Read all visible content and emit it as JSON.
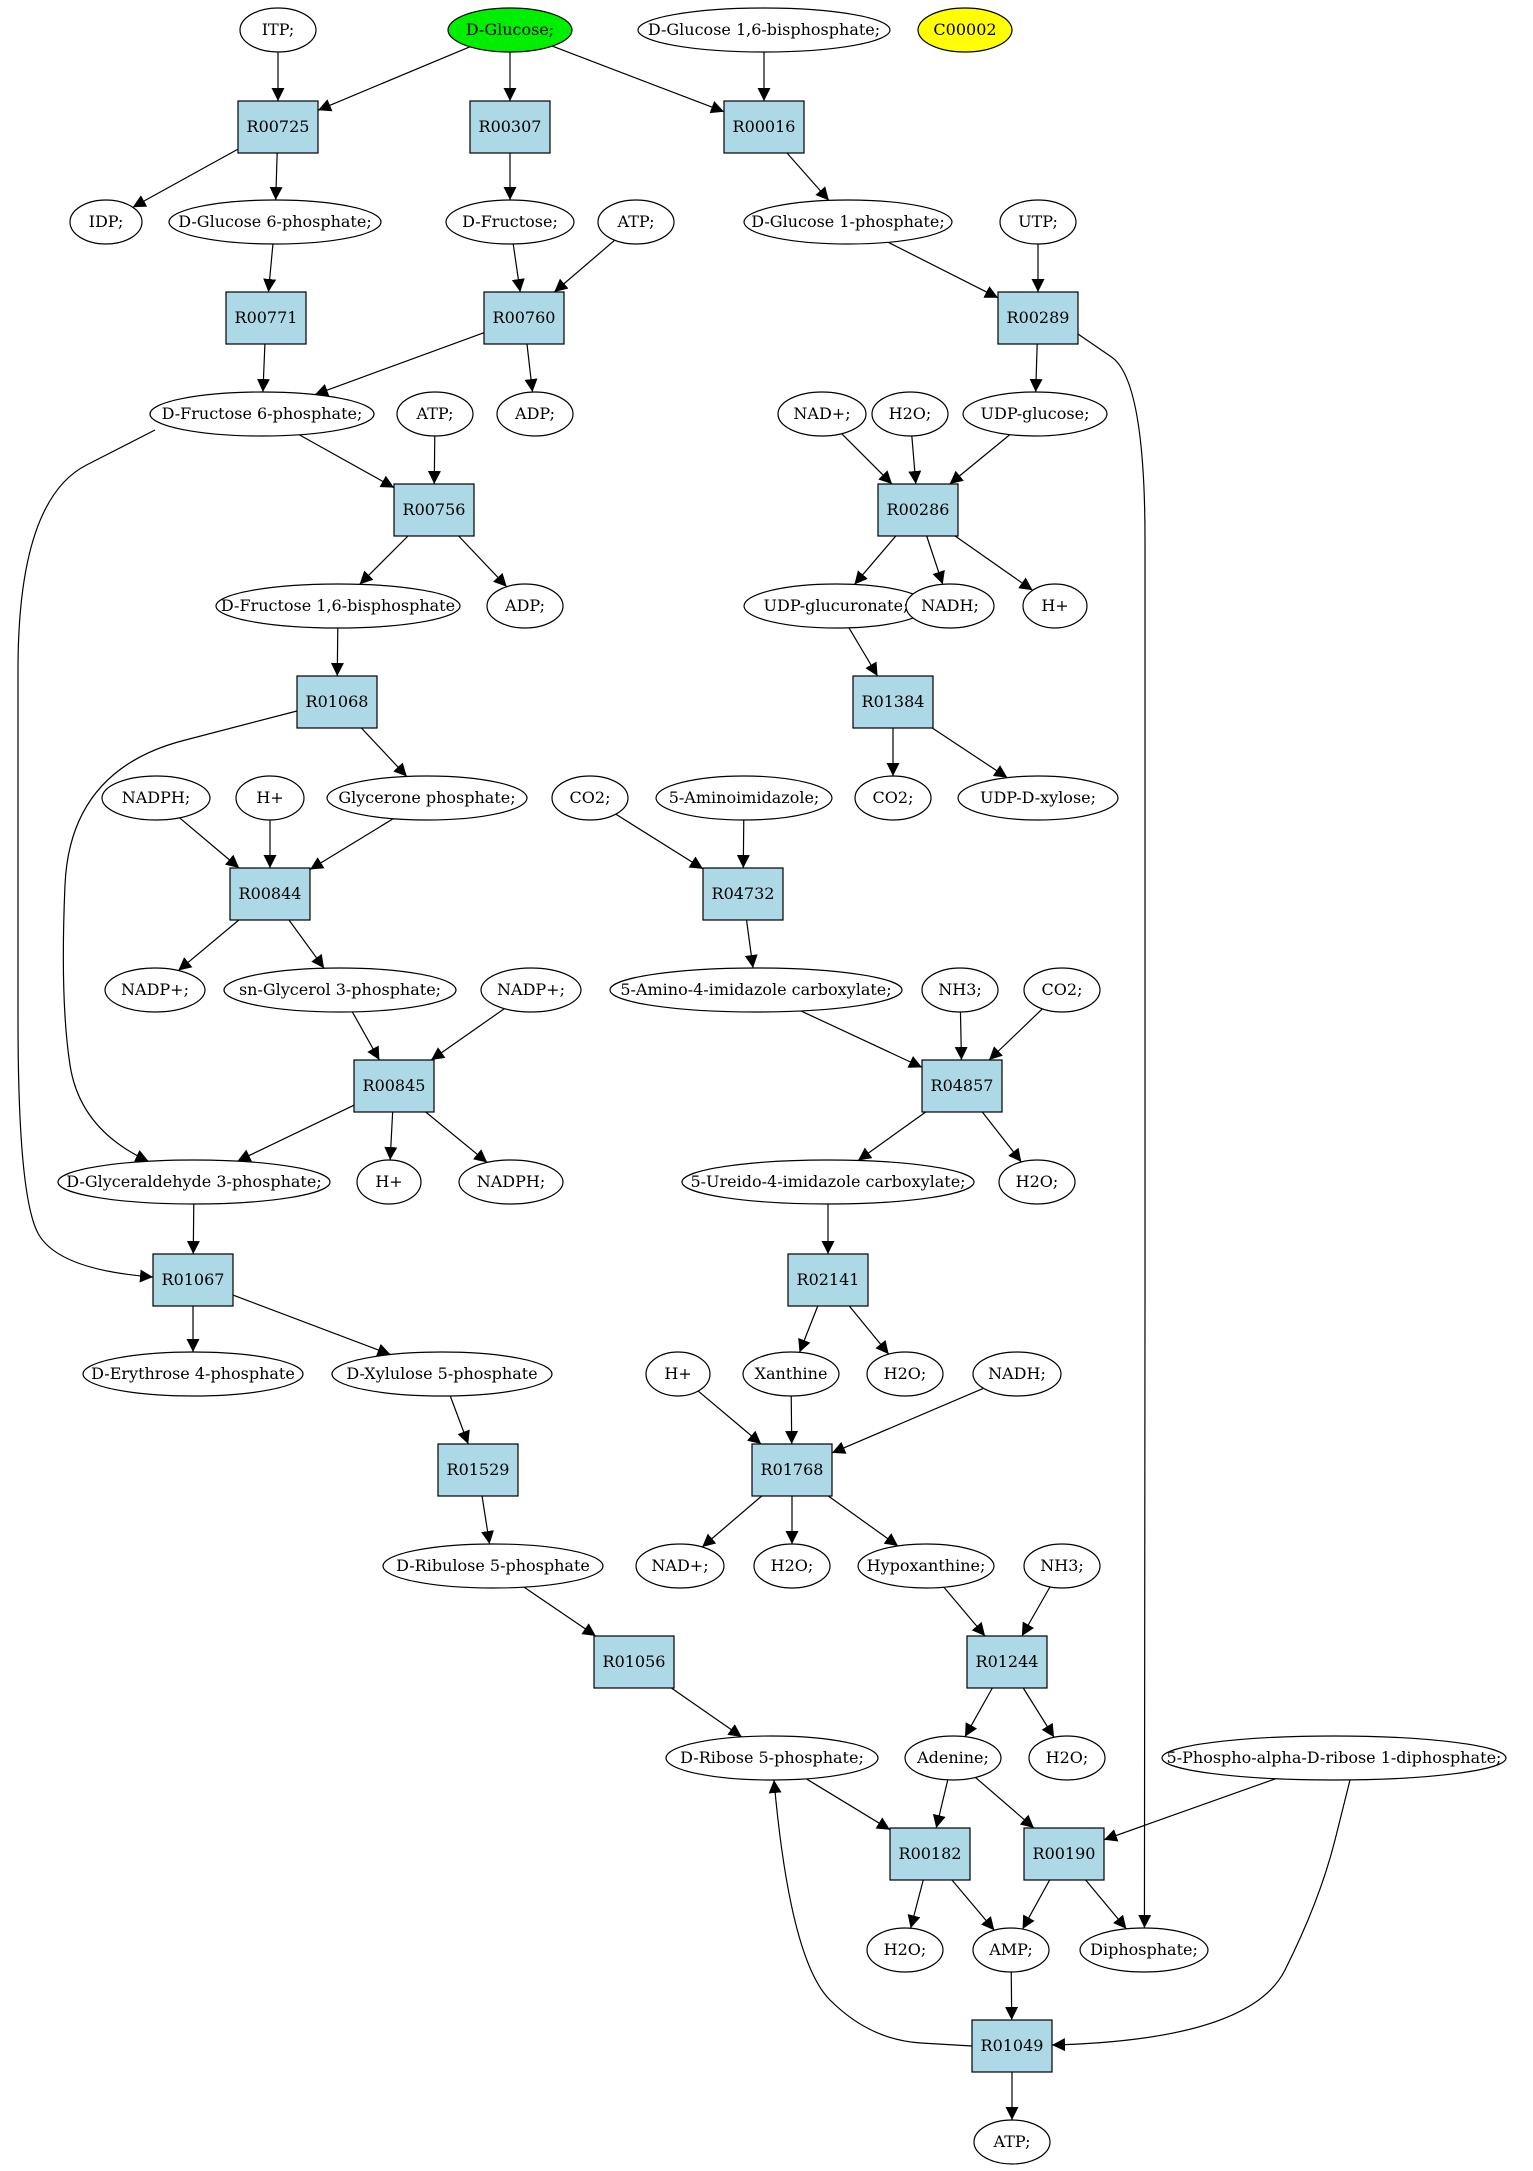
{
  "colors": {
    "reaction_fill": "#add8e6",
    "compound_fill": "#ffffff",
    "start_fill": "#00ee00",
    "highlight_fill": "#ffff00",
    "stroke": "#000000"
  },
  "nodes": [
    {
      "id": "itp",
      "label": "ITP;",
      "kind": "compound"
    },
    {
      "id": "dglucose",
      "label": "D-Glucose;",
      "kind": "start"
    },
    {
      "id": "dglc16bp",
      "label": "D-Glucose 1,6-bisphosphate;",
      "kind": "compound"
    },
    {
      "id": "c00002",
      "label": "C00002",
      "kind": "highlight"
    },
    {
      "id": "R00725",
      "label": "R00725",
      "kind": "reaction"
    },
    {
      "id": "R00307",
      "label": "R00307",
      "kind": "reaction"
    },
    {
      "id": "R00016",
      "label": "R00016",
      "kind": "reaction"
    },
    {
      "id": "idp",
      "label": "IDP;",
      "kind": "compound"
    },
    {
      "id": "dglc6p",
      "label": "D-Glucose 6-phosphate;",
      "kind": "compound"
    },
    {
      "id": "dfructose",
      "label": "D-Fructose;",
      "kind": "compound"
    },
    {
      "id": "atp1",
      "label": "ATP;",
      "kind": "compound"
    },
    {
      "id": "dglc1p",
      "label": "D-Glucose 1-phosphate;",
      "kind": "compound"
    },
    {
      "id": "utp",
      "label": "UTP;",
      "kind": "compound"
    },
    {
      "id": "R00771",
      "label": "R00771",
      "kind": "reaction"
    },
    {
      "id": "R00760",
      "label": "R00760",
      "kind": "reaction"
    },
    {
      "id": "R00289",
      "label": "R00289",
      "kind": "reaction"
    },
    {
      "id": "dfru6p",
      "label": "D-Fructose 6-phosphate;",
      "kind": "compound"
    },
    {
      "id": "atp2",
      "label": "ATP;",
      "kind": "compound"
    },
    {
      "id": "adp1",
      "label": "ADP;",
      "kind": "compound"
    },
    {
      "id": "nadp_a",
      "label": "NAD+;",
      "kind": "compound"
    },
    {
      "id": "h2o_a",
      "label": "H2O;",
      "kind": "compound"
    },
    {
      "id": "udpglc",
      "label": "UDP-glucose;",
      "kind": "compound"
    },
    {
      "id": "R00756",
      "label": "R00756",
      "kind": "reaction"
    },
    {
      "id": "R00286",
      "label": "R00286",
      "kind": "reaction"
    },
    {
      "id": "dfru16bp",
      "label": "D-Fructose 1,6-bisphosphate",
      "kind": "compound"
    },
    {
      "id": "adp2",
      "label": "ADP;",
      "kind": "compound"
    },
    {
      "id": "udpglcua",
      "label": "UDP-glucuronate;",
      "kind": "compound"
    },
    {
      "id": "nadh_a",
      "label": "NADH;",
      "kind": "compound"
    },
    {
      "id": "hplus_a",
      "label": "H+",
      "kind": "compound"
    },
    {
      "id": "R01068",
      "label": "R01068",
      "kind": "reaction"
    },
    {
      "id": "R01384",
      "label": "R01384",
      "kind": "reaction"
    },
    {
      "id": "nadph_a",
      "label": "NADPH;",
      "kind": "compound"
    },
    {
      "id": "hplus_b",
      "label": "H+",
      "kind": "compound"
    },
    {
      "id": "glyceronep",
      "label": "Glycerone phosphate;",
      "kind": "compound"
    },
    {
      "id": "co2_a",
      "label": "CO2;",
      "kind": "compound"
    },
    {
      "id": "aminoimid",
      "label": "5-Aminoimidazole;",
      "kind": "compound"
    },
    {
      "id": "co2_b",
      "label": "CO2;",
      "kind": "compound"
    },
    {
      "id": "udpxyl",
      "label": "UDP-D-xylose;",
      "kind": "compound"
    },
    {
      "id": "R00844",
      "label": "R00844",
      "kind": "reaction"
    },
    {
      "id": "R04732",
      "label": "R04732",
      "kind": "reaction"
    },
    {
      "id": "nadpplus_a",
      "label": "NADP+;",
      "kind": "compound"
    },
    {
      "id": "snglyc3p",
      "label": "sn-Glycerol 3-phosphate;",
      "kind": "compound"
    },
    {
      "id": "nadpplus_b",
      "label": "NADP+;",
      "kind": "compound"
    },
    {
      "id": "aicarbox",
      "label": "5-Amino-4-imidazole carboxylate;",
      "kind": "compound"
    },
    {
      "id": "nh3_a",
      "label": "NH3;",
      "kind": "compound"
    },
    {
      "id": "co2_c",
      "label": "CO2;",
      "kind": "compound"
    },
    {
      "id": "R00845",
      "label": "R00845",
      "kind": "reaction"
    },
    {
      "id": "R04857",
      "label": "R04857",
      "kind": "reaction"
    },
    {
      "id": "dgap",
      "label": "D-Glyceraldehyde 3-phosphate;",
      "kind": "compound"
    },
    {
      "id": "hplus_c",
      "label": "H+",
      "kind": "compound"
    },
    {
      "id": "nadph_b",
      "label": "NADPH;",
      "kind": "compound"
    },
    {
      "id": "ureido",
      "label": "5-Ureido-4-imidazole carboxylate;",
      "kind": "compound"
    },
    {
      "id": "h2o_b",
      "label": "H2O;",
      "kind": "compound"
    },
    {
      "id": "R01067",
      "label": "R01067",
      "kind": "reaction"
    },
    {
      "id": "R02141",
      "label": "R02141",
      "kind": "reaction"
    },
    {
      "id": "derythrose4p",
      "label": "D-Erythrose 4-phosphate",
      "kind": "compound"
    },
    {
      "id": "dxylulose5p",
      "label": "D-Xylulose 5-phosphate",
      "kind": "compound"
    },
    {
      "id": "hplus_d",
      "label": "H+",
      "kind": "compound"
    },
    {
      "id": "xanthine",
      "label": "Xanthine",
      "kind": "compound"
    },
    {
      "id": "h2o_c",
      "label": "H2O;",
      "kind": "compound"
    },
    {
      "id": "nadh_b",
      "label": "NADH;",
      "kind": "compound"
    },
    {
      "id": "R01529",
      "label": "R01529",
      "kind": "reaction"
    },
    {
      "id": "R01768",
      "label": "R01768",
      "kind": "reaction"
    },
    {
      "id": "dribulose5p",
      "label": "D-Ribulose 5-phosphate",
      "kind": "compound"
    },
    {
      "id": "nadplus_b",
      "label": "NAD+;",
      "kind": "compound"
    },
    {
      "id": "h2o_d",
      "label": "H2O;",
      "kind": "compound"
    },
    {
      "id": "hypoxanthine",
      "label": "Hypoxanthine;",
      "kind": "compound"
    },
    {
      "id": "nh3_b",
      "label": "NH3;",
      "kind": "compound"
    },
    {
      "id": "R01056",
      "label": "R01056",
      "kind": "reaction"
    },
    {
      "id": "R01244",
      "label": "R01244",
      "kind": "reaction"
    },
    {
      "id": "dribose5p",
      "label": "D-Ribose 5-phosphate;",
      "kind": "compound"
    },
    {
      "id": "adenine",
      "label": "Adenine;",
      "kind": "compound"
    },
    {
      "id": "h2o_e",
      "label": "H2O;",
      "kind": "compound"
    },
    {
      "id": "prpp",
      "label": "5-Phospho-alpha-D-ribose 1-diphosphate;",
      "kind": "compound"
    },
    {
      "id": "R00182",
      "label": "R00182",
      "kind": "reaction"
    },
    {
      "id": "R00190",
      "label": "R00190",
      "kind": "reaction"
    },
    {
      "id": "h2o_f",
      "label": "H2O;",
      "kind": "compound"
    },
    {
      "id": "amp",
      "label": "AMP;",
      "kind": "compound"
    },
    {
      "id": "diphosphate",
      "label": "Diphosphate;",
      "kind": "compound"
    },
    {
      "id": "R01049",
      "label": "R01049",
      "kind": "reaction"
    },
    {
      "id": "atp3",
      "label": "ATP;",
      "kind": "compound"
    }
  ],
  "edges": [
    [
      "itp",
      "R00725"
    ],
    [
      "dglucose",
      "R00725"
    ],
    [
      "dglucose",
      "R00307"
    ],
    [
      "dglucose",
      "R00016"
    ],
    [
      "dglc16bp",
      "R00016"
    ],
    [
      "R00725",
      "idp"
    ],
    [
      "R00725",
      "dglc6p"
    ],
    [
      "R00307",
      "dfructose"
    ],
    [
      "R00016",
      "dglc1p"
    ],
    [
      "dglc6p",
      "R00771"
    ],
    [
      "dfructose",
      "R00760"
    ],
    [
      "atp1",
      "R00760"
    ],
    [
      "dglc1p",
      "R00289"
    ],
    [
      "utp",
      "R00289"
    ],
    [
      "R00771",
      "dfru6p"
    ],
    [
      "R00760",
      "dfru6p"
    ],
    [
      "R00760",
      "adp1"
    ],
    [
      "R00289",
      "udpglc"
    ],
    [
      "R00289",
      "diphosphate"
    ],
    [
      "dfru6p",
      "R00756"
    ],
    [
      "atp2",
      "R00756"
    ],
    [
      "dfru6p",
      "R01067"
    ],
    [
      "nadp_a",
      "R00286"
    ],
    [
      "h2o_a",
      "R00286"
    ],
    [
      "udpglc",
      "R00286"
    ],
    [
      "R00756",
      "dfru16bp"
    ],
    [
      "R00756",
      "adp2"
    ],
    [
      "R00286",
      "udpglcua"
    ],
    [
      "R00286",
      "nadh_a"
    ],
    [
      "R00286",
      "hplus_a"
    ],
    [
      "dfru16bp",
      "R01068"
    ],
    [
      "udpglcua",
      "R01384"
    ],
    [
      "R01068",
      "glyceronep"
    ],
    [
      "R01068",
      "dgap"
    ],
    [
      "R01384",
      "co2_b"
    ],
    [
      "R01384",
      "udpxyl"
    ],
    [
      "nadph_a",
      "R00844"
    ],
    [
      "hplus_b",
      "R00844"
    ],
    [
      "glyceronep",
      "R00844"
    ],
    [
      "co2_a",
      "R04732"
    ],
    [
      "aminoimid",
      "R04732"
    ],
    [
      "R00844",
      "nadpplus_a"
    ],
    [
      "R00844",
      "snglyc3p"
    ],
    [
      "R04732",
      "aicarbox"
    ],
    [
      "snglyc3p",
      "R00845"
    ],
    [
      "nadpplus_b",
      "R00845"
    ],
    [
      "aicarbox",
      "R04857"
    ],
    [
      "nh3_a",
      "R04857"
    ],
    [
      "co2_c",
      "R04857"
    ],
    [
      "R00845",
      "dgap"
    ],
    [
      "R00845",
      "hplus_c"
    ],
    [
      "R00845",
      "nadph_b"
    ],
    [
      "R04857",
      "ureido"
    ],
    [
      "R04857",
      "h2o_b"
    ],
    [
      "dgap",
      "R01067"
    ],
    [
      "ureido",
      "R02141"
    ],
    [
      "R01067",
      "derythrose4p"
    ],
    [
      "R01067",
      "dxylulose5p"
    ],
    [
      "R02141",
      "xanthine"
    ],
    [
      "R02141",
      "h2o_c"
    ],
    [
      "dxylulose5p",
      "R01529"
    ],
    [
      "hplus_d",
      "R01768"
    ],
    [
      "xanthine",
      "R01768"
    ],
    [
      "nadh_b",
      "R01768"
    ],
    [
      "R01529",
      "dribulose5p"
    ],
    [
      "R01768",
      "nadplus_b"
    ],
    [
      "R01768",
      "h2o_d"
    ],
    [
      "R01768",
      "hypoxanthine"
    ],
    [
      "dribulose5p",
      "R01056"
    ],
    [
      "hypoxanthine",
      "R01244"
    ],
    [
      "nh3_b",
      "R01244"
    ],
    [
      "R01056",
      "dribose5p"
    ],
    [
      "R01244",
      "adenine"
    ],
    [
      "R01244",
      "h2o_e"
    ],
    [
      "dribose5p",
      "R00182"
    ],
    [
      "adenine",
      "R00182"
    ],
    [
      "adenine",
      "R00190"
    ],
    [
      "prpp",
      "R00190"
    ],
    [
      "prpp",
      "R01049"
    ],
    [
      "R00182",
      "h2o_f"
    ],
    [
      "R00182",
      "amp"
    ],
    [
      "R00190",
      "amp"
    ],
    [
      "R00190",
      "diphosphate"
    ],
    [
      "amp",
      "R01049"
    ],
    [
      "R01049",
      "dribose5p"
    ],
    [
      "R01049",
      "atp3"
    ]
  ]
}
